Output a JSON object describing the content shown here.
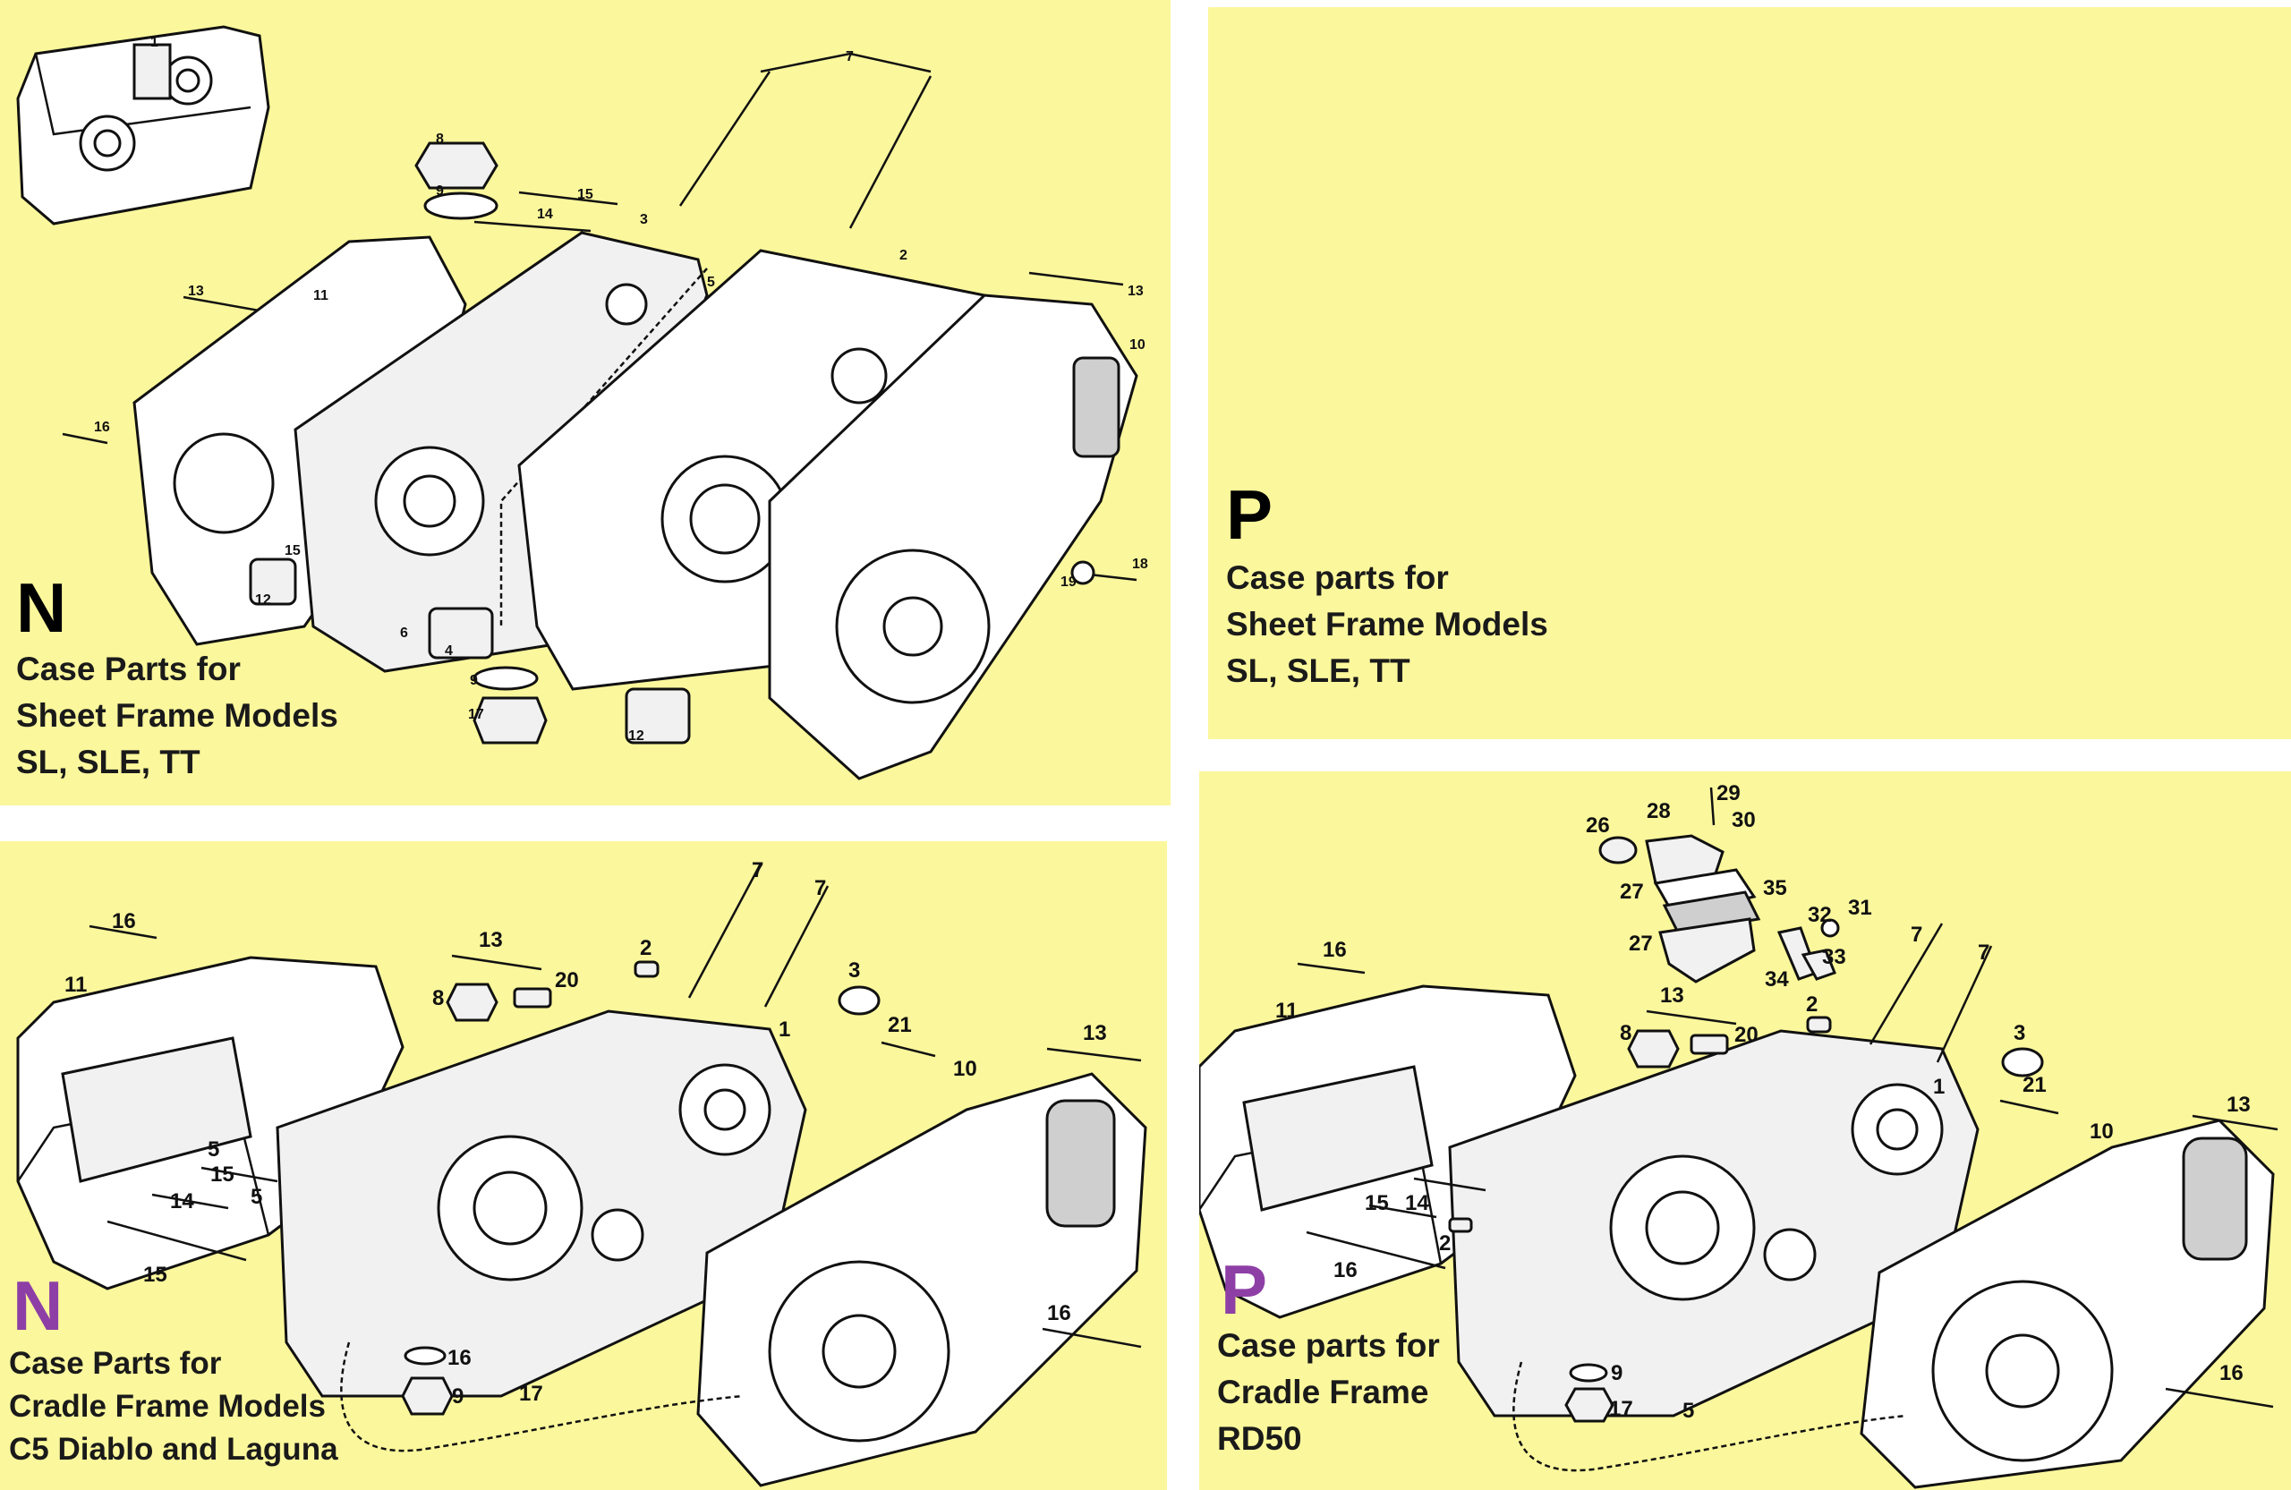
{
  "panels": {
    "p1": {
      "letter": "N",
      "caption": [
        "Case Parts for",
        "Sheet Frame Models",
        "SL, SLE, TT"
      ],
      "callouts": [
        "1",
        "7",
        "8",
        "9",
        "15",
        "14",
        "3",
        "5",
        "2",
        "13",
        "11",
        "13",
        "10",
        "16",
        "15",
        "12",
        "6",
        "4",
        "9",
        "17",
        "12",
        "19",
        "18"
      ]
    },
    "p2": {
      "letter": "P",
      "caption": [
        "Case parts for",
        "Sheet Frame Models",
        "SL, SLE, TT"
      ]
    },
    "p3": {
      "letter": "N",
      "caption": [
        "Case Parts for",
        "Cradle Frame Models",
        "C5 Diablo and Laguna"
      ],
      "callouts": [
        "16",
        "13",
        "2",
        "7",
        "7",
        "11",
        "20",
        "8",
        "3",
        "1",
        "21",
        "13",
        "10",
        "15",
        "14",
        "5",
        "15",
        "16",
        "16",
        "9",
        "17",
        "5"
      ]
    },
    "p4": {
      "letter": "P",
      "caption": [
        "Case parts for",
        "Cradle Frame",
        "RD50"
      ],
      "callouts": [
        "29",
        "26",
        "28",
        "30",
        "27",
        "35",
        "32",
        "31",
        "27",
        "33",
        "34",
        "16",
        "7",
        "7",
        "11",
        "13",
        "2",
        "8",
        "20",
        "3",
        "1",
        "21",
        "13",
        "10",
        "15",
        "14",
        "2",
        "16",
        "16",
        "9",
        "17",
        "5"
      ]
    }
  },
  "colors": {
    "panel_background": "#fbf79c",
    "page_background": "#ffffff",
    "letter_purple": "#8e3fa6",
    "text": "#1a1a1a"
  }
}
